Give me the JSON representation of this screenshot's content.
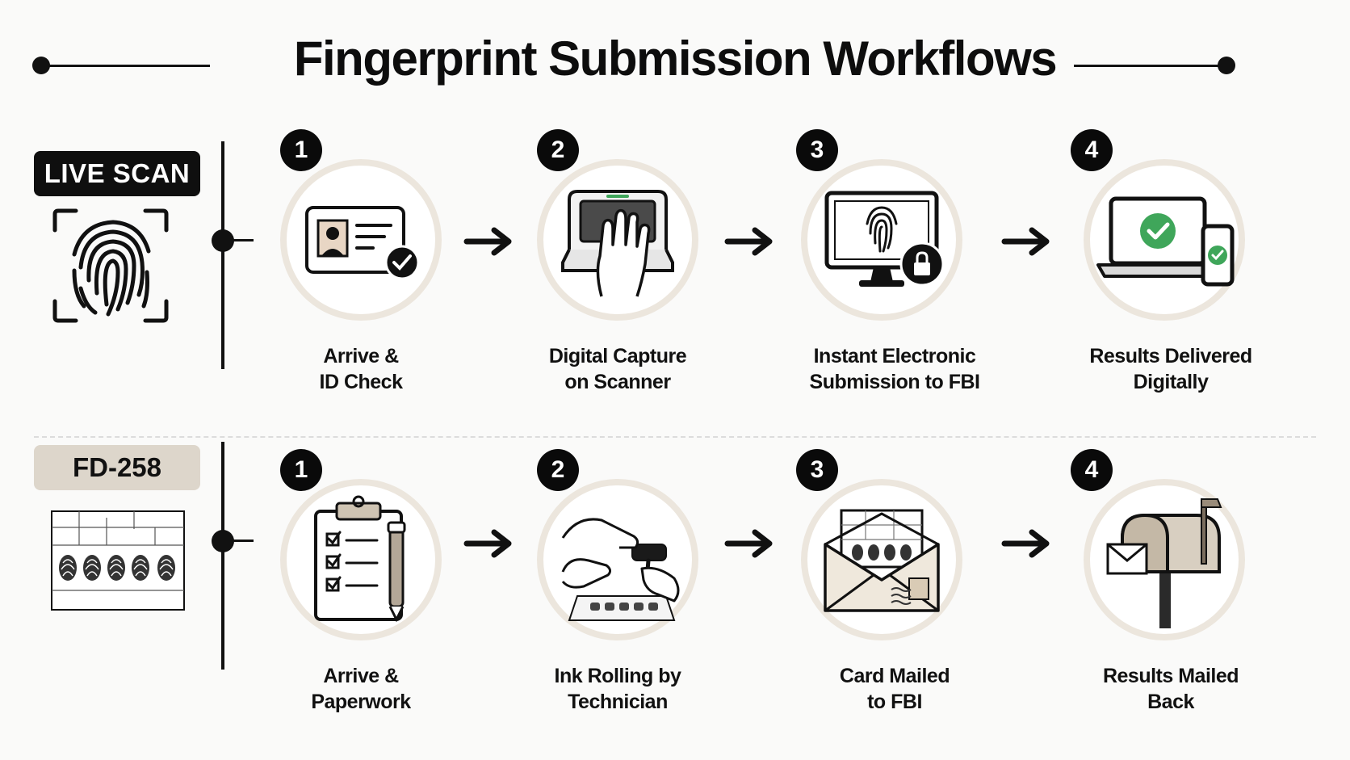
{
  "title": "Fingerprint Submission Workflows",
  "workflows": [
    {
      "label": "LIVE SCAN",
      "steps": [
        {
          "number": "1",
          "label": "Arrive &\nID Check",
          "icon": "id-card-check-icon"
        },
        {
          "number": "2",
          "label": "Digital Capture\non Scanner",
          "icon": "hand-scanner-icon"
        },
        {
          "number": "3",
          "label": "Instant Electronic\nSubmission to FBI",
          "icon": "monitor-fingerprint-lock-icon"
        },
        {
          "number": "4",
          "label": "Results Delivered\nDigitally",
          "icon": "laptop-phone-check-icon"
        }
      ]
    },
    {
      "label": "FD-258",
      "steps": [
        {
          "number": "1",
          "label": "Arrive &\nPaperwork",
          "icon": "clipboard-checklist-icon"
        },
        {
          "number": "2",
          "label": "Ink Rolling by\nTechnician",
          "icon": "ink-rolling-hands-icon"
        },
        {
          "number": "3",
          "label": "Card Mailed\nto FBI",
          "icon": "envelope-card-icon"
        },
        {
          "number": "4",
          "label": "Results Mailed\nBack",
          "icon": "mailbox-icon"
        }
      ]
    }
  ],
  "colors": {
    "accent_green": "#3fa65a",
    "tag_fd_bg": "#ddd6cb",
    "paper_tan": "#cfc4b3"
  }
}
